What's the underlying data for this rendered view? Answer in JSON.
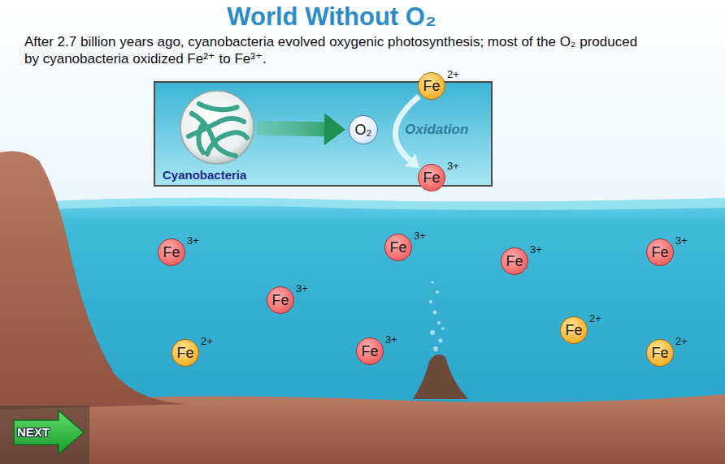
{
  "diagram": {
    "title": "World Without O₂",
    "nodes": [
      {
        "text": [
          "Cyanobacteria"
        ]
      },
      {
        "text": [
          "O₂"
        ]
      },
      {
        "text": [
          "Fe",
          "2+"
        ]
      },
      {
        "text": [
          "Fe",
          "3+"
        ]
      },
      {
        "text": [
          "Fe",
          "3+"
        ]
      },
      {
        "text": [
          "Fe",
          "3+"
        ]
      },
      {
        "text": [
          "Fe",
          "3+"
        ]
      },
      {
        "text": [
          "Fe",
          "3+"
        ]
      },
      {
        "text": [
          "Fe",
          "3+"
        ]
      },
      {
        "text": [
          "Fe",
          "2+"
        ]
      },
      {
        "text": [
          "Fe",
          "2+"
        ]
      },
      {
        "text": [
          "Fe",
          "3+"
        ]
      },
      {
        "text": [
          "Fe",
          "2+"
        ]
      },
      {
        "text": [
          "NEXT"
        ]
      }
    ],
    "edges": [
      {
        "from": 0,
        "to": 1,
        "arrow": "to"
      },
      {
        "from": 2,
        "to": 3,
        "label": "Oxidation",
        "arrow": "to"
      }
    ],
    "labels": [
      "After 2.7 billion years ago, cyanobacteria evolved oxygenic photosynthesis; most of the O₂ produced by cyanobacteria oxidized Fe²⁺ to Fe³⁺."
    ]
  }
}
